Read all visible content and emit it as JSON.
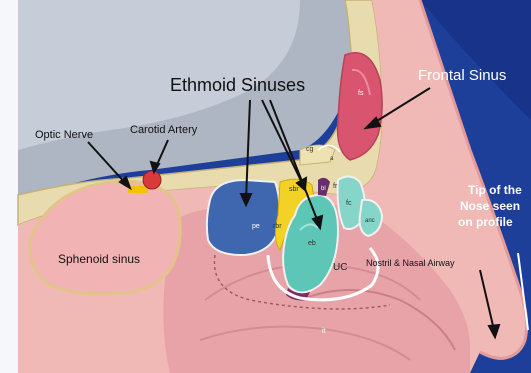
{
  "labels": {
    "ethmoid": "Ethmoid Sinuses",
    "frontal": "Frontal Sinus",
    "optic": "Optic Nerve",
    "carotid": "Carotid Artery",
    "sphenoid": "Sphenoid sinus",
    "tip_line1": "Tip of the",
    "tip_line2": "Nose seen",
    "tip_line3": "on profile",
    "nostril": "Nostril & Nasal Airway"
  },
  "abbreviations": {
    "fs": "fs",
    "cg": "cg",
    "sbr": "sbr",
    "rbr": "rbr",
    "pe": "pe",
    "eb": "eb",
    "fr": "fr",
    "fc": "fc",
    "anc": "anc",
    "uc": "UC",
    "it": "it",
    "bl": "bl",
    "a": "a"
  },
  "colors": {
    "frame_blue": "#1d3f9a",
    "label_dark": "#111111",
    "label_light": "#ffffff",
    "frontal_sinus": "#d8546f",
    "posterior_ethmoid": "#3f67b0",
    "ethmoid_bulla": "#5ec6b6",
    "yellow_cells": "#f2d225",
    "sphenoid": "#f2b3b4"
  }
}
